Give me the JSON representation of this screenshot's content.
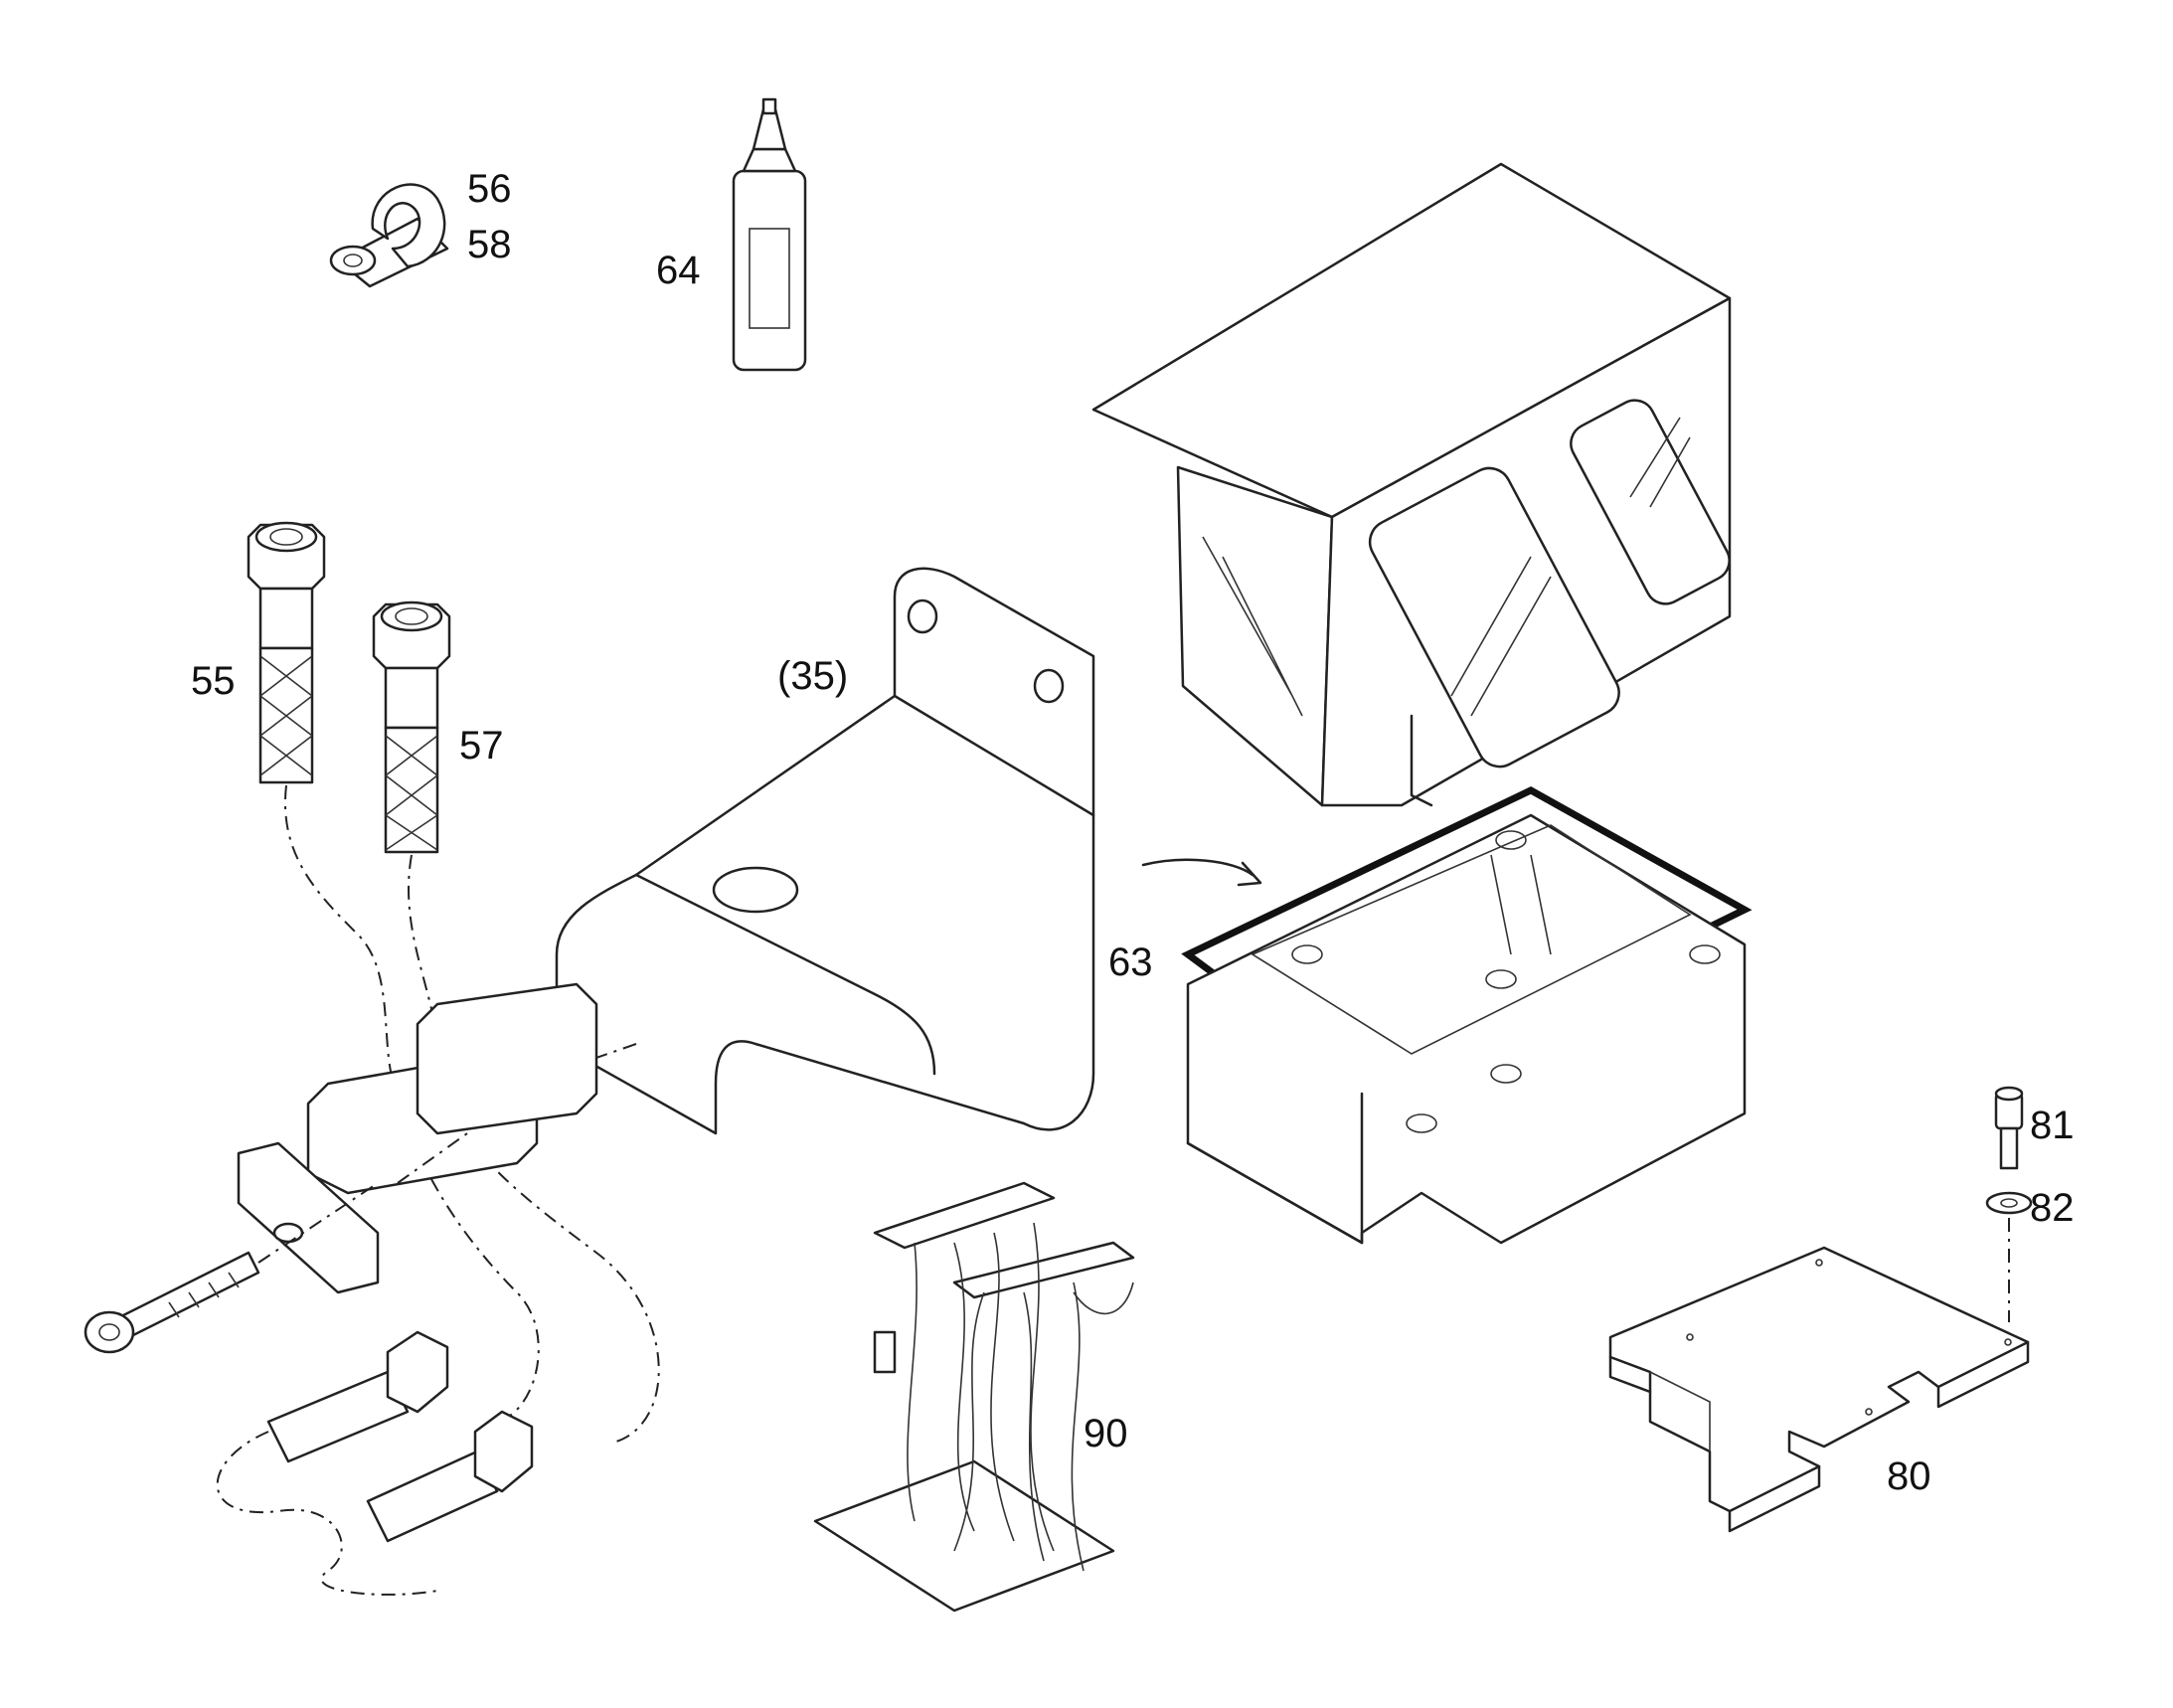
{
  "callouts": {
    "c55": "55",
    "c56": "56",
    "c57": "57",
    "c58": "58",
    "c64": "64",
    "c35": "(35)",
    "c63": "63",
    "c81": "81",
    "c82": "82",
    "c80": "80",
    "c90": "90"
  },
  "colors": {
    "line": "#222222",
    "background": "#ffffff"
  }
}
